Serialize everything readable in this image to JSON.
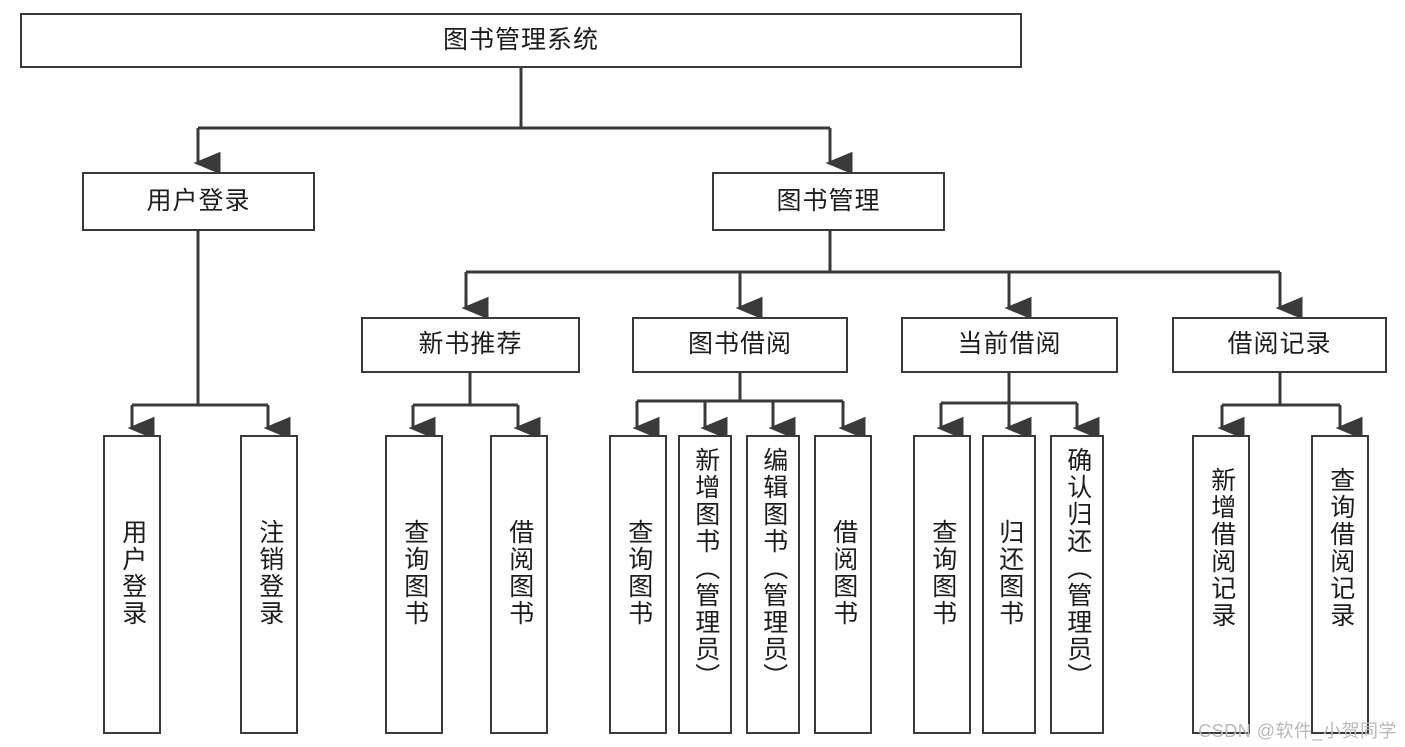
{
  "diagram": {
    "type": "tree",
    "title": "图书管理系统",
    "watermark": "CSDN @软件_小贺同学",
    "colors": {
      "box_border": "#3a3a3a",
      "box_fill": "#ffffff",
      "connector": "#3a3a3a",
      "text": "#1d1d1d",
      "watermark": "#b9b9b9",
      "background": "#ffffff"
    },
    "nodes": {
      "root": {
        "label": "图书管理系统"
      },
      "level2": [
        {
          "label": "用户登录"
        },
        {
          "label": "图书管理"
        }
      ],
      "level3": [
        {
          "label": "新书推荐"
        },
        {
          "label": "图书借阅"
        },
        {
          "label": "当前借阅"
        },
        {
          "label": "借阅记录"
        }
      ],
      "leaves": [
        {
          "label": "用户登录",
          "parent": "用户登录"
        },
        {
          "label": "注销登录",
          "parent": "用户登录"
        },
        {
          "label": "查询图书",
          "parent": "新书推荐"
        },
        {
          "label": "借阅图书",
          "parent": "新书推荐"
        },
        {
          "label": "查询图书",
          "parent": "图书借阅"
        },
        {
          "label": "新增图书（管理员）",
          "parent": "图书借阅"
        },
        {
          "label": "编辑图书（管理员）",
          "parent": "图书借阅"
        },
        {
          "label": "借阅图书",
          "parent": "图书借阅"
        },
        {
          "label": "查询图书",
          "parent": "当前借阅"
        },
        {
          "label": "归还图书",
          "parent": "当前借阅"
        },
        {
          "label": "确认归还（管理员）",
          "parent": "当前借阅"
        },
        {
          "label": "新增借阅记录",
          "parent": "借阅记录"
        },
        {
          "label": "查询借阅记录",
          "parent": "借阅记录"
        }
      ]
    }
  }
}
